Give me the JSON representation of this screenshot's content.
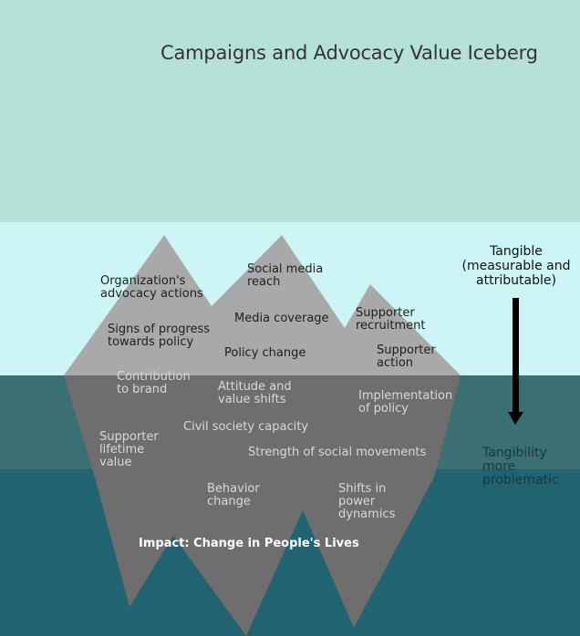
{
  "title": "Campaigns and Advocacy Value Iceberg",
  "colors": {
    "sky": "#b6e1d9",
    "surface_water": "#cdf5f5",
    "mid_water": "#3a6f73",
    "deep_water": "#1f6470",
    "ice_above": "#a9a9a9",
    "ice_below": "#6e6e6e",
    "arrow": "#000000"
  },
  "above_water_items": {
    "organization_advocacy": "Organization's\nadvocacy actions",
    "social_media_reach": "Social media\nreach",
    "supporter_recruitment": "Supporter\nrecruitment",
    "media_coverage": "Media coverage",
    "signs_of_progress": "Signs of progress\ntowards policy",
    "policy_change": "Policy change",
    "supporter_action": "Supporter\naction"
  },
  "below_water_items": {
    "contribution_to_brand": "Contribution\nto brand",
    "attitude_value_shifts": "Attitude and\nvalue shifts",
    "implementation_of_policy": "Implementation\nof policy",
    "civil_society_capacity": "Civil society capacity",
    "supporter_lifetime_value": "Supporter\nlifetime\nvalue",
    "strength_social_movements": "Strength of social movements",
    "behavior_change": "Behavior\nchange",
    "shifts_power_dynamics": "Shifts in\npower\ndynamics"
  },
  "impact": "Impact:  Change in People's Lives",
  "scale": {
    "top_label": "Tangible\n(measurable and\nattributable)",
    "bottom_label": "Tangibility\nmore\nproblematic"
  }
}
